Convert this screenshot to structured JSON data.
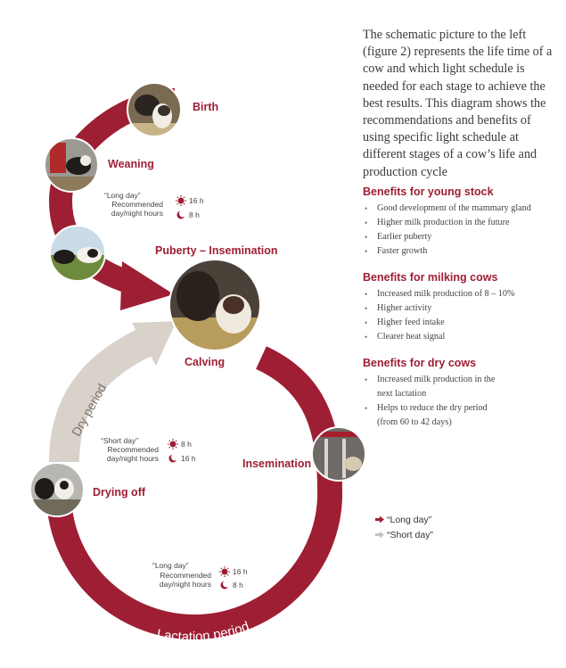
{
  "colors": {
    "red": "#9e1f34",
    "grey": "#d8d2cb",
    "text": "#3b3b3b"
  },
  "description": "The schematic picture to the left (figure 2) represents the life time of a cow and which light schedule is needed for each stage to achieve the best results. This diagram shows the recommendations and benefits of using specific light schedule at different stages of a cow’s life and production cycle",
  "stages": {
    "birth": "Birth",
    "weaning": "Weaning",
    "puberty": "Puberty – Insemination",
    "calving": "Calving",
    "insemination": "Insemination",
    "drying_off": "Drying off",
    "dry_period": "Dry period",
    "lactation_period": "Lactation period"
  },
  "schedules": {
    "young": {
      "name": "“Long day”",
      "rec1": "Recommended",
      "rec2": "day/night hours",
      "day": "16 h",
      "night": "8 h"
    },
    "dry": {
      "name": "“Short day”",
      "rec1": "Recommended",
      "rec2": "day/night hours",
      "day": "8 h",
      "night": "16 h"
    },
    "lactation": {
      "name": "“Long day”",
      "rec1": "Recommended",
      "rec2": "day/night hours",
      "day": "16 h",
      "night": "8 h"
    }
  },
  "benefits": {
    "young_stock": {
      "title": "Benefits for young stock",
      "items": [
        "Good development of the mammary gland",
        "Higher milk production in the future",
        "Earlier puberty",
        "Faster growth"
      ]
    },
    "milking_cows": {
      "title": "Benefits for milking cows",
      "items": [
        "Increased milk production of 8 – 10%",
        "Higher activity",
        "Higher feed intake",
        "Clearer heat signal"
      ]
    },
    "dry_cows": {
      "title": "Benefits for dry cows",
      "items": [
        "Increased milk production in the",
        "next lactation",
        "Helps to reduce the dry period",
        "(from 60 to 42 days)"
      ]
    }
  },
  "legend": {
    "long_day": "“Long day”",
    "short_day": "“Short day”"
  }
}
